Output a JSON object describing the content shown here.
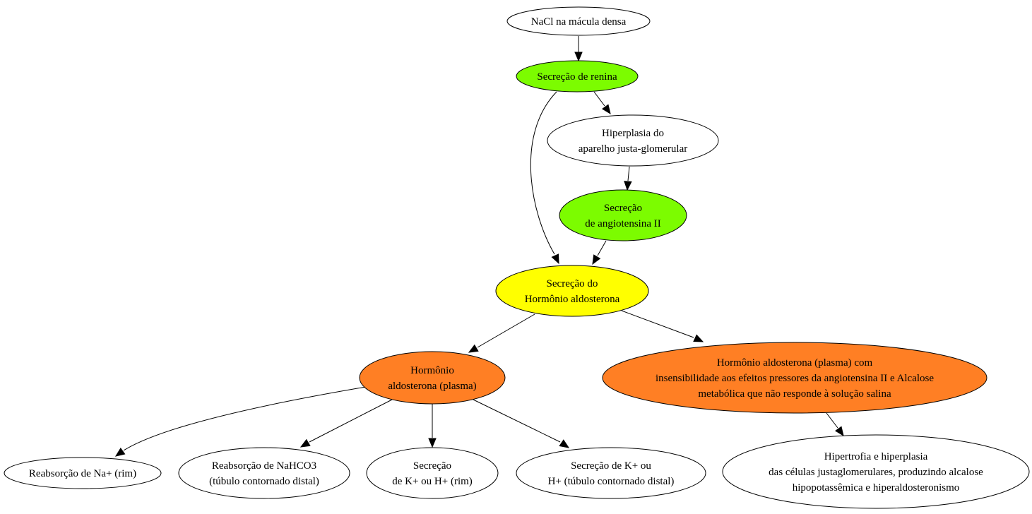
{
  "colors": {
    "white": "#ffffff",
    "green": "#7cfc00",
    "yellow": "#ffff00",
    "orange": "#ff7f24"
  },
  "nodes": [
    {
      "id": "nacl",
      "fill": "white",
      "lines": [
        "NaCl na mácula densa"
      ]
    },
    {
      "id": "renina",
      "fill": "green",
      "lines": [
        "Secreção de renina"
      ]
    },
    {
      "id": "hiperplasia",
      "fill": "white",
      "lines": [
        "Hiperplasia do",
        "aparelho justa-glomerular"
      ]
    },
    {
      "id": "angiotensina",
      "fill": "green",
      "lines": [
        "Secreção",
        "de angiotensina II"
      ]
    },
    {
      "id": "aldosterona",
      "fill": "yellow",
      "lines": [
        "Secreção do",
        "Hormônio aldosterona"
      ]
    },
    {
      "id": "plasma",
      "fill": "orange",
      "lines": [
        "Hormônio",
        "aldosterona (plasma)"
      ]
    },
    {
      "id": "insens",
      "fill": "orange",
      "lines": [
        "Hormônio aldosterona (plasma) com",
        "insensibilidade aos efeitos pressores da angiotensina II e Alcalose",
        "metabólica que não responde à solução salina"
      ]
    },
    {
      "id": "na",
      "fill": "white",
      "lines": [
        "Reabsorção de Na+ (rim)"
      ]
    },
    {
      "id": "nahco3",
      "fill": "white",
      "lines": [
        "Reabsorção de NaHCO3",
        "(túbulo contornado distal)"
      ]
    },
    {
      "id": "kh",
      "fill": "white",
      "lines": [
        "Secreção",
        "de K+ ou H+ (rim)"
      ]
    },
    {
      "id": "khdistal",
      "fill": "white",
      "lines": [
        "Secreção de K+ ou",
        "H+ (túbulo contornado distal)"
      ]
    },
    {
      "id": "hipertrofia",
      "fill": "white",
      "lines": [
        "Hipertrofia e hiperplasia",
        "das células justaglomerulares, produzindo alcalose",
        "hipopotassêmica e hiperaldosteronismo"
      ]
    }
  ],
  "edges": [
    {
      "from": "nacl",
      "to": "renina"
    },
    {
      "from": "renina",
      "to": "hiperplasia"
    },
    {
      "from": "renina",
      "to": "aldosterona"
    },
    {
      "from": "hiperplasia",
      "to": "angiotensina"
    },
    {
      "from": "angiotensina",
      "to": "aldosterona"
    },
    {
      "from": "aldosterona",
      "to": "plasma"
    },
    {
      "from": "aldosterona",
      "to": "insens"
    },
    {
      "from": "plasma",
      "to": "na"
    },
    {
      "from": "plasma",
      "to": "nahco3"
    },
    {
      "from": "plasma",
      "to": "kh"
    },
    {
      "from": "plasma",
      "to": "khdistal"
    },
    {
      "from": "insens",
      "to": "hipertrofia"
    }
  ]
}
